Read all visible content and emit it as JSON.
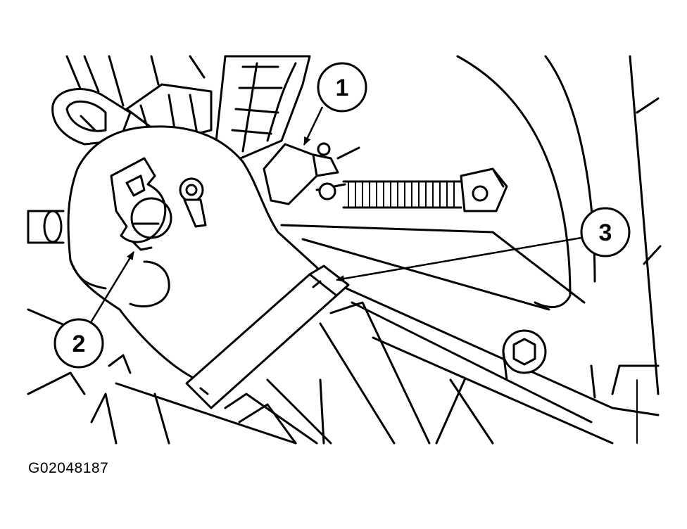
{
  "callouts": [
    {
      "id": "callout-1",
      "label": "1"
    },
    {
      "id": "callout-2",
      "label": "2"
    },
    {
      "id": "callout-3",
      "label": "3"
    }
  ],
  "figure_id": "G02048187",
  "colors": {
    "line": "#000000",
    "background": "#ffffff"
  }
}
